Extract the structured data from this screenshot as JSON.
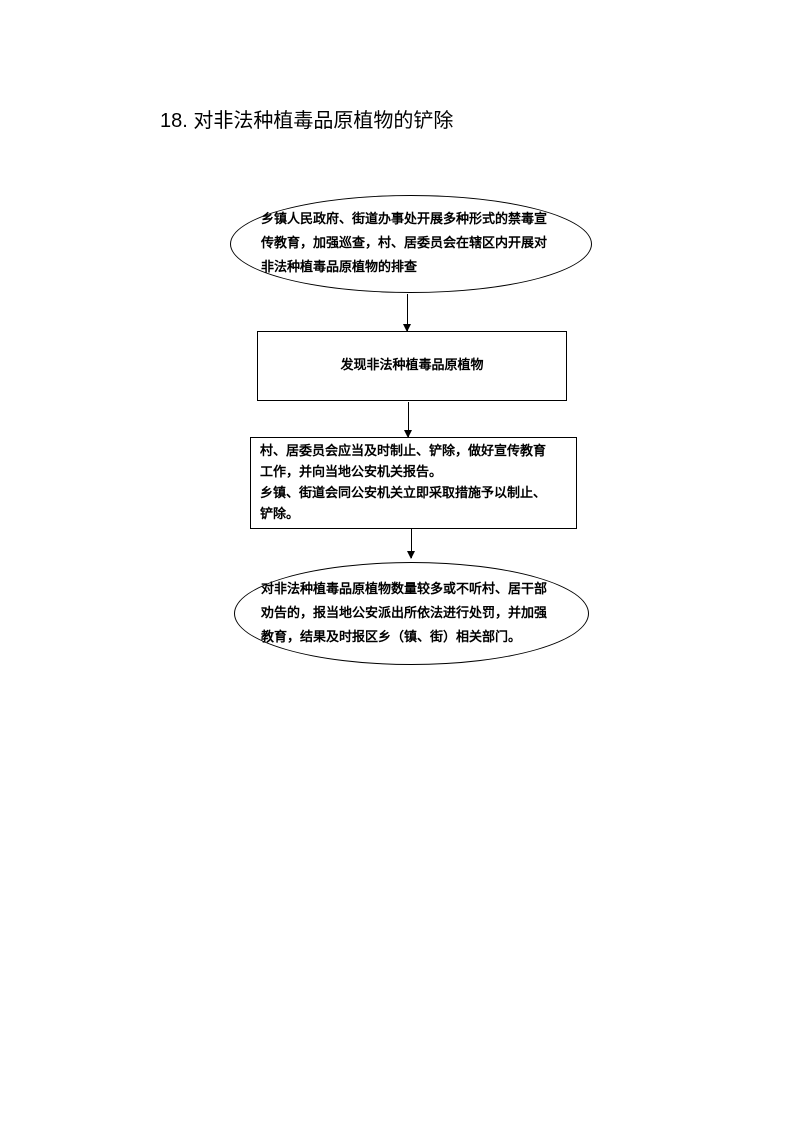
{
  "title": "18.  对非法种植毒品原植物的铲除",
  "nodes": [
    {
      "lines": [
        "乡镇人民政府、街道办事处开展多种形式的禁毒宣",
        "传教育，加强巡查，村、居委员会在辖区内开展对",
        "非法种植毒品原植物的排查"
      ]
    },
    {
      "lines": [
        "发现非法种植毒品原植物"
      ]
    },
    {
      "lines": [
        "村、居委员会应当及时制止、铲除，做好宣传教育",
        "工作，并向当地公安机关报告。",
        "乡镇、街道会同公安机关立即采取措施予以制止、",
        "铲除。"
      ]
    },
    {
      "lines": [
        "对非法种植毒品原植物数量较多或不听村、居干部",
        "劝告的，报当地公安派出所依法进行处罚，并加强",
        "教育，结果及时报区乡（镇、街）相关部门。"
      ]
    }
  ]
}
